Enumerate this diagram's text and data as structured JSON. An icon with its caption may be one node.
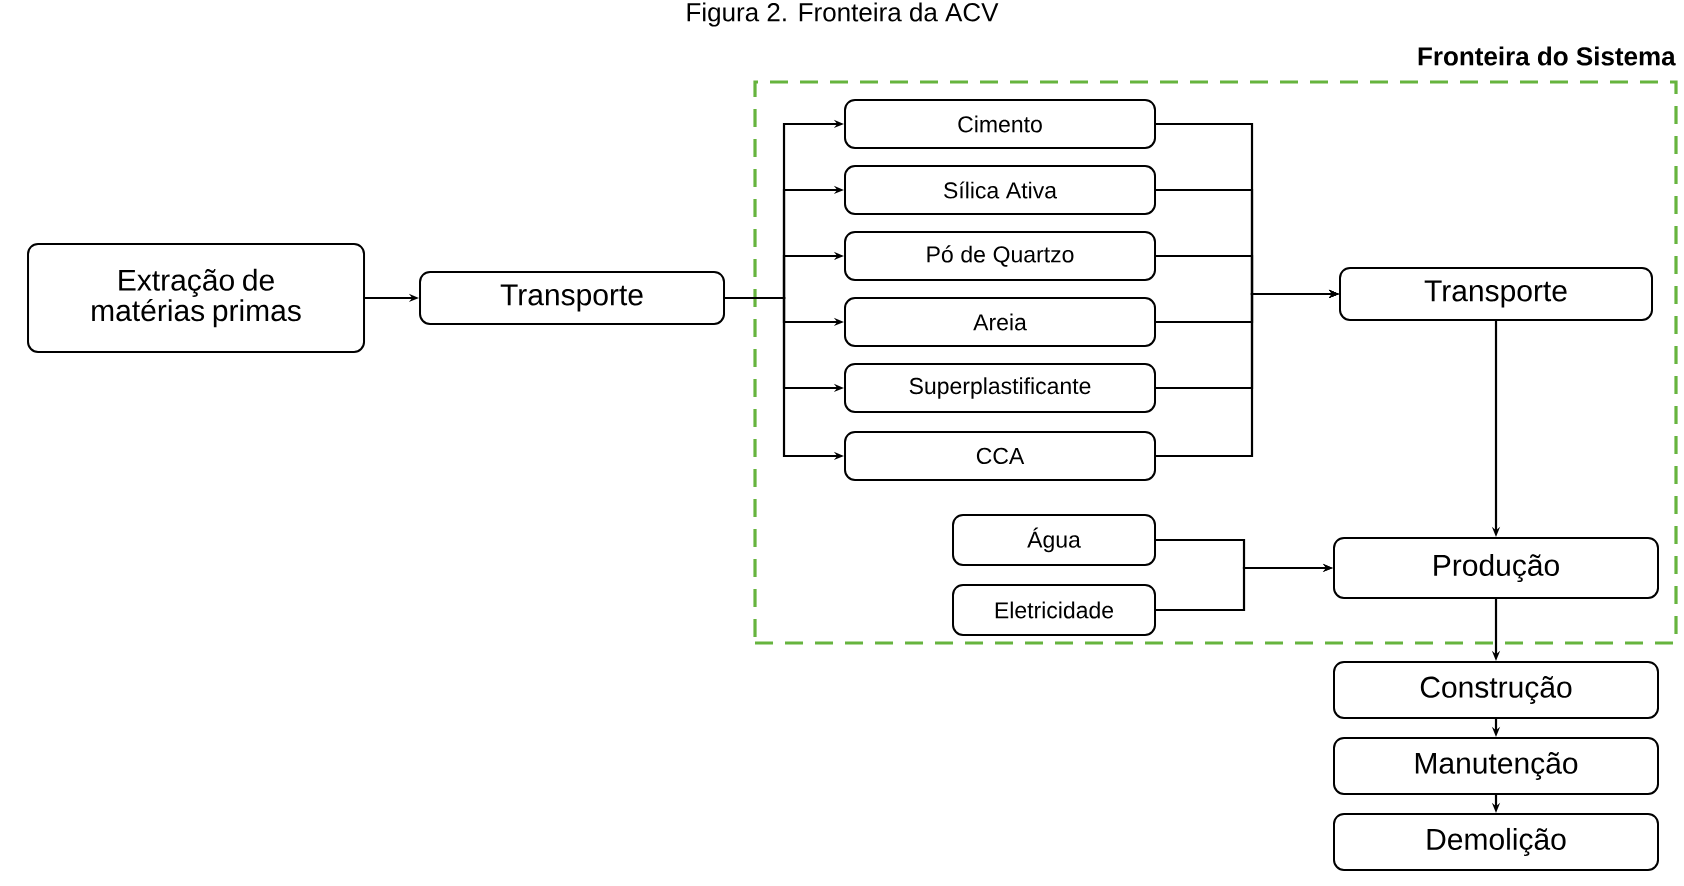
{
  "diagram": {
    "title": "Figura 2. Fronteira da ACV",
    "nodes": [
      {
        "text": [
          "Fronteira do Sistema"
        ]
      },
      {
        "text": [
          "Extração de matérias primas"
        ]
      },
      {
        "text": [
          "Transporte"
        ]
      },
      {
        "text": [
          "Cimento"
        ],
        "in": 0
      },
      {
        "text": [
          "Sílica Ativa"
        ],
        "in": 0
      },
      {
        "text": [
          "Pó de Quartzo"
        ],
        "in": 0
      },
      {
        "text": [
          "Areia"
        ],
        "in": 0
      },
      {
        "text": [
          "Superplastificante"
        ],
        "in": 0
      },
      {
        "text": [
          "CCA"
        ],
        "in": 0
      },
      {
        "text": [
          "Transporte"
        ],
        "in": 0
      },
      {
        "text": [
          "Água"
        ],
        "in": 0
      },
      {
        "text": [
          "Eletricidade"
        ],
        "in": 0
      },
      {
        "text": [
          "Produção"
        ],
        "in": 0
      },
      {
        "text": [
          "Construção"
        ]
      },
      {
        "text": [
          "Manutenção"
        ]
      },
      {
        "text": [
          "Demolição"
        ]
      }
    ],
    "edges": [
      {
        "from": 1,
        "to": 2,
        "arrow": "to"
      },
      {
        "from": 2,
        "to": 3,
        "arrow": "to"
      },
      {
        "from": 2,
        "to": 4,
        "arrow": "to"
      },
      {
        "from": 2,
        "to": 5,
        "arrow": "to"
      },
      {
        "from": 2,
        "to": 6,
        "arrow": "to"
      },
      {
        "from": 2,
        "to": 7,
        "arrow": "to"
      },
      {
        "from": 2,
        "to": 8,
        "arrow": "to"
      },
      {
        "from": 3,
        "to": 9,
        "arrow": "to"
      },
      {
        "from": 4,
        "to": 9,
        "arrow": "to"
      },
      {
        "from": 5,
        "to": 9,
        "arrow": "to"
      },
      {
        "from": 6,
        "to": 9,
        "arrow": "to"
      },
      {
        "from": 7,
        "to": 9,
        "arrow": "to"
      },
      {
        "from": 8,
        "to": 9,
        "arrow": "to"
      },
      {
        "from": 9,
        "to": 12,
        "arrow": "to"
      },
      {
        "from": 10,
        "to": 12,
        "arrow": "to"
      },
      {
        "from": 11,
        "to": 12,
        "arrow": "to"
      },
      {
        "from": 12,
        "to": 13,
        "arrow": "to"
      },
      {
        "from": 13,
        "to": 14,
        "arrow": "to"
      },
      {
        "from": 14,
        "to": 15,
        "arrow": "to"
      }
    ]
  }
}
